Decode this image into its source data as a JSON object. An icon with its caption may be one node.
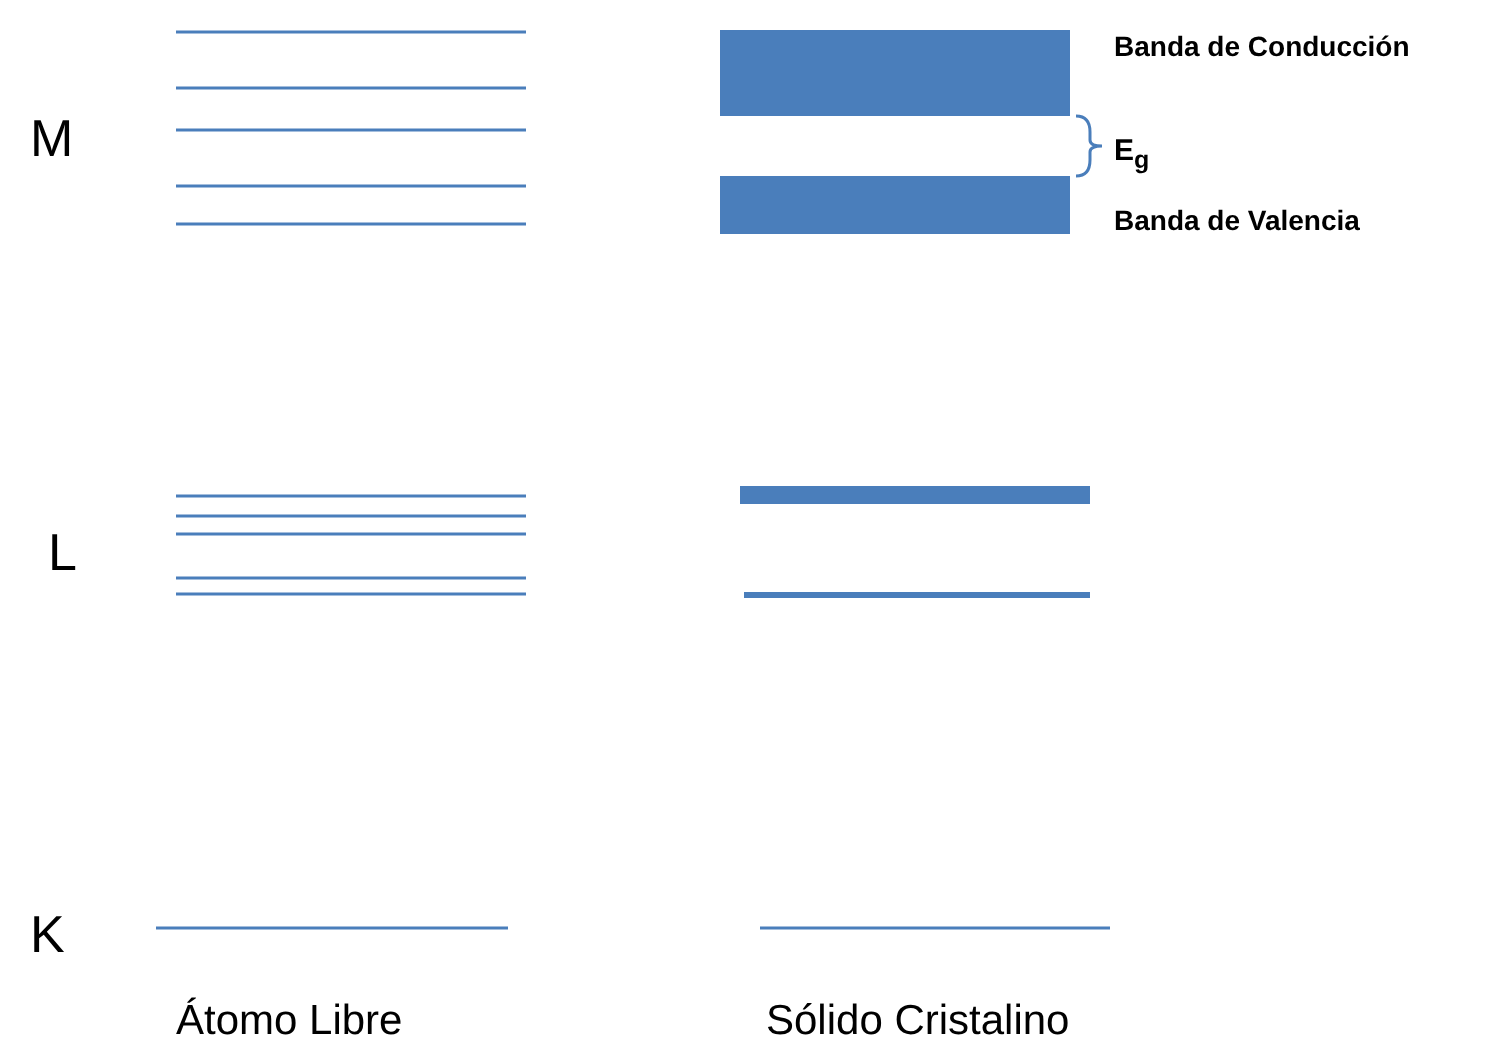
{
  "diagram": {
    "nodes": [
      {
        "text": [],
        "shape": "bar",
        "beside": [
          "Banda de Conducción"
        ]
      },
      {
        "text": [],
        "shape": "bar",
        "beside": [
          "Banda de Valencia"
        ]
      }
    ],
    "labels": [
      "M",
      "E$_{g}$",
      "L",
      "K",
      "Átomo Libre",
      "Sólido Cristalino"
    ]
  }
}
